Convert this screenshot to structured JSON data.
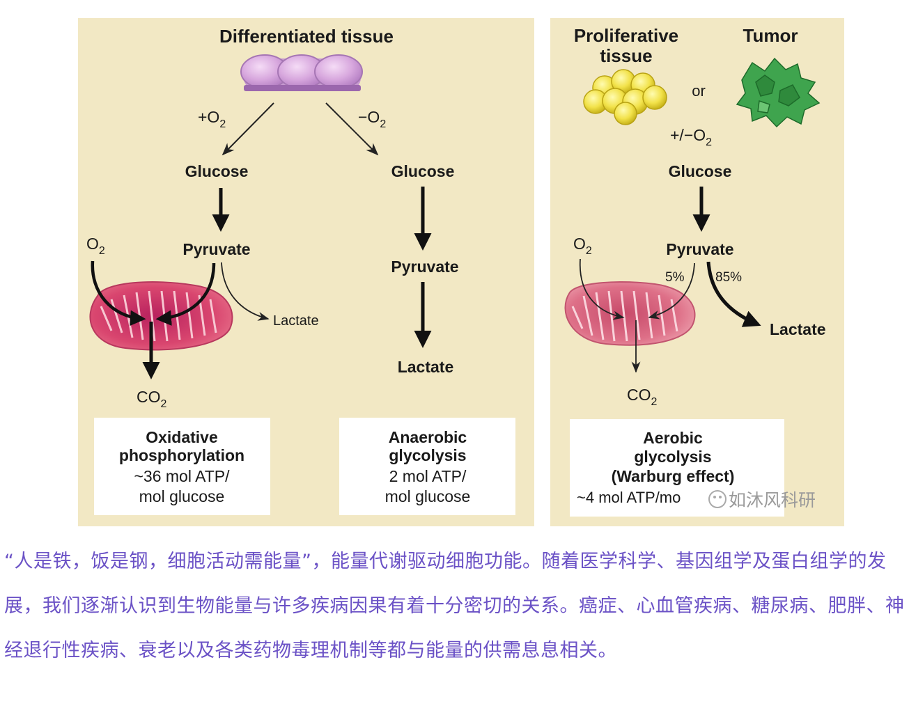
{
  "diagram": {
    "left_panel": {
      "title": "Differentiated tissue",
      "oxygen_branch": {
        "condition_text": "+O",
        "condition_sub": "2",
        "glucose": "Glucose",
        "pyruvate": "Pyruvate",
        "o2_text": "O",
        "o2_sub": "2",
        "lactate": "Lactate",
        "co2_text": "CO",
        "co2_sub": "2",
        "result_lines": [
          "Oxidative",
          "phosphorylation",
          "~36 mol ATP/",
          "mol glucose"
        ]
      },
      "anoxic_branch": {
        "condition_text": "−O",
        "condition_sub": "2",
        "glucose": "Glucose",
        "pyruvate": "Pyruvate",
        "lactate": "Lactate",
        "result_lines": [
          "Anaerobic",
          "glycolysis",
          "2 mol ATP/",
          "mol glucose"
        ]
      }
    },
    "right_panel": {
      "proliferative_lines": [
        "Proliferative",
        "tissue"
      ],
      "or": "or",
      "tumor": "Tumor",
      "condition_text": "+/−O",
      "condition_sub": "2",
      "glucose": "Glucose",
      "pyruvate": "Pyruvate",
      "o2_text": "O",
      "o2_sub": "2",
      "pct_mito": "5%",
      "pct_lactate": "85%",
      "lactate": "Lactate",
      "co2_text": "CO",
      "co2_sub": "2",
      "result_lines": [
        "Aerobic",
        "glycolysis",
        "(Warburg effect)",
        "~4 mol ATP/mo"
      ]
    },
    "watermark": "如沐风科研"
  },
  "caption": "“人是铁，饭是钢，细胞活动需能量”，能量代谢驱动细胞功能。随着医学科学、基因组学及蛋白组学的发展，我们逐渐认识到生物能量与许多疾病因果有着十分密切的关系。癌症、心血管疾病、糖尿病、肥胖、神经退行性疾病、衰老以及各类药物毒理机制等都与能量的供需息息相关。"
}
